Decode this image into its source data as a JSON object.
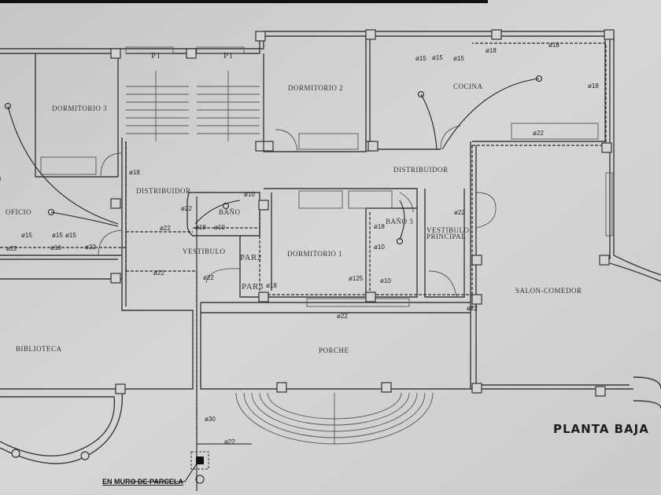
{
  "plan_title": "PLANTA BAJA",
  "rooms": {
    "dormitorio3": "DORMITORIO 3",
    "dormitorio2": "DORMITORIO 2",
    "cocina": "COCINA",
    "distribuidor_upper": "DISTRIBUIDOR",
    "distribuidor_left": "DISTRIBUIDOR",
    "oficio": "OFICIO",
    "bano": "BAÑO",
    "vestibulo": "VESTIBULO",
    "par2": "PAR2",
    "par3": "PAR3",
    "dormitorio1": "DORMITORIO 1",
    "bano3": "BAÑO 3",
    "vestibulo_principal_1": "VESTIBULO",
    "vestibulo_principal_2": "PRINCIPAL",
    "salon_comedor": "SALON-COMEDOR",
    "biblioteca": "BIBLIOTECA",
    "porche": "PORCHE",
    "p1_a": "P1",
    "p1_b": "P1"
  },
  "pipe_labels": {
    "d18_a": "ø18",
    "d18_b": "ø18",
    "d18_c": "ø18",
    "d18_d": "ø18",
    "d18_e": "ø18",
    "d18_f": "ø18",
    "d18_g": "ø18",
    "d18_h": "ø18",
    "d15_a": "ø15",
    "d15_b": "ø15",
    "d15_c": "ø15",
    "d15_d": "ø15",
    "d15_e": "ø15",
    "d15_f": "ø15",
    "d22_a": "ø22",
    "d22_b": "ø22",
    "d22_c": "ø22",
    "d22_d": "ø22",
    "d22_e": "ø22",
    "d22_f": "ø22",
    "d22_g": "ø22",
    "d22_h": "ø22",
    "d22_i": "ø22",
    "d22_j": "ø22",
    "d22_k": "ø22",
    "d10_a": "ø10",
    "d10_b": "ø10",
    "d10_c": "ø10",
    "d10_d": "ø10",
    "d125": "ø125",
    "d30": "ø30"
  },
  "notes": {
    "meter": "EN MURO DE PARCELA"
  }
}
